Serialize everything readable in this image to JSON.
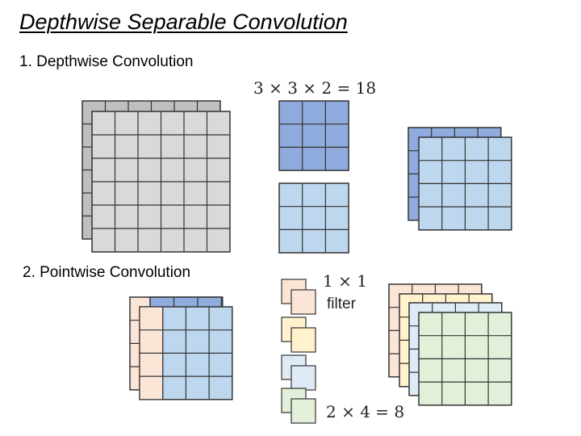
{
  "title": "Depthwise Separable Convolution",
  "section1": {
    "label": "1. Depthwise Convolution",
    "params_eq": "3 × 3 × 2 = 18"
  },
  "section2": {
    "label": "2. Pointwise Convolution",
    "filter_size": "1 × 1",
    "filter_word": "filter",
    "count_eq": "2 × 4 = 8"
  },
  "colors": {
    "gray_fill": "#d9d9d9",
    "gray_back": "#bfbfbf",
    "blue_dark": "#8faadc",
    "blue_light": "#bdd7ee",
    "peach": "#fbe5d6",
    "cream": "#fff2cc",
    "ice": "#deebf7",
    "green": "#e2f0d9",
    "stroke": "#333333"
  }
}
